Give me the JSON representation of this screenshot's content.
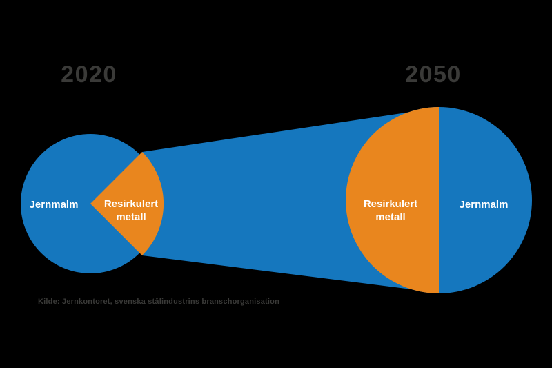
{
  "colors": {
    "background": "#000000",
    "blue": "#1577be",
    "orange": "#e9861e",
    "title_text": "#3a3a38",
    "label_text": "#ffffff"
  },
  "titles": {
    "left_year": "2020",
    "right_year": "2050"
  },
  "labels": {
    "left_jernmalm": "Jernmalm",
    "left_resirkulert_line1": "Resirkulert",
    "left_resirkulert_line2": "metall",
    "right_resirkulert_line1": "Resirkulert",
    "right_resirkulert_line2": "metall",
    "right_jernmalm": "Jernmalm"
  },
  "source": "Kilde: Jernkontoret, svenska stålindustrins branschorganisation",
  "chart_data": [
    {
      "type": "pie",
      "title": "2020",
      "categories": [
        "Jernmalm",
        "Resirkulert metall"
      ],
      "values": [
        75,
        25
      ],
      "colors": [
        "#1577be",
        "#e9861e"
      ],
      "legend_position": "inside",
      "layout": "small circle on left; recycled-metal wedge (~25%) points right toward 2050 chart"
    },
    {
      "type": "pie",
      "title": "2050",
      "categories": [
        "Jernmalm",
        "Resirkulert metall"
      ],
      "values": [
        50,
        50
      ],
      "colors": [
        "#1577be",
        "#e9861e"
      ],
      "legend_position": "inside",
      "layout": "large circle on right; recycled metal fills left half (~50%); blue funnel band connects the two circles"
    }
  ]
}
